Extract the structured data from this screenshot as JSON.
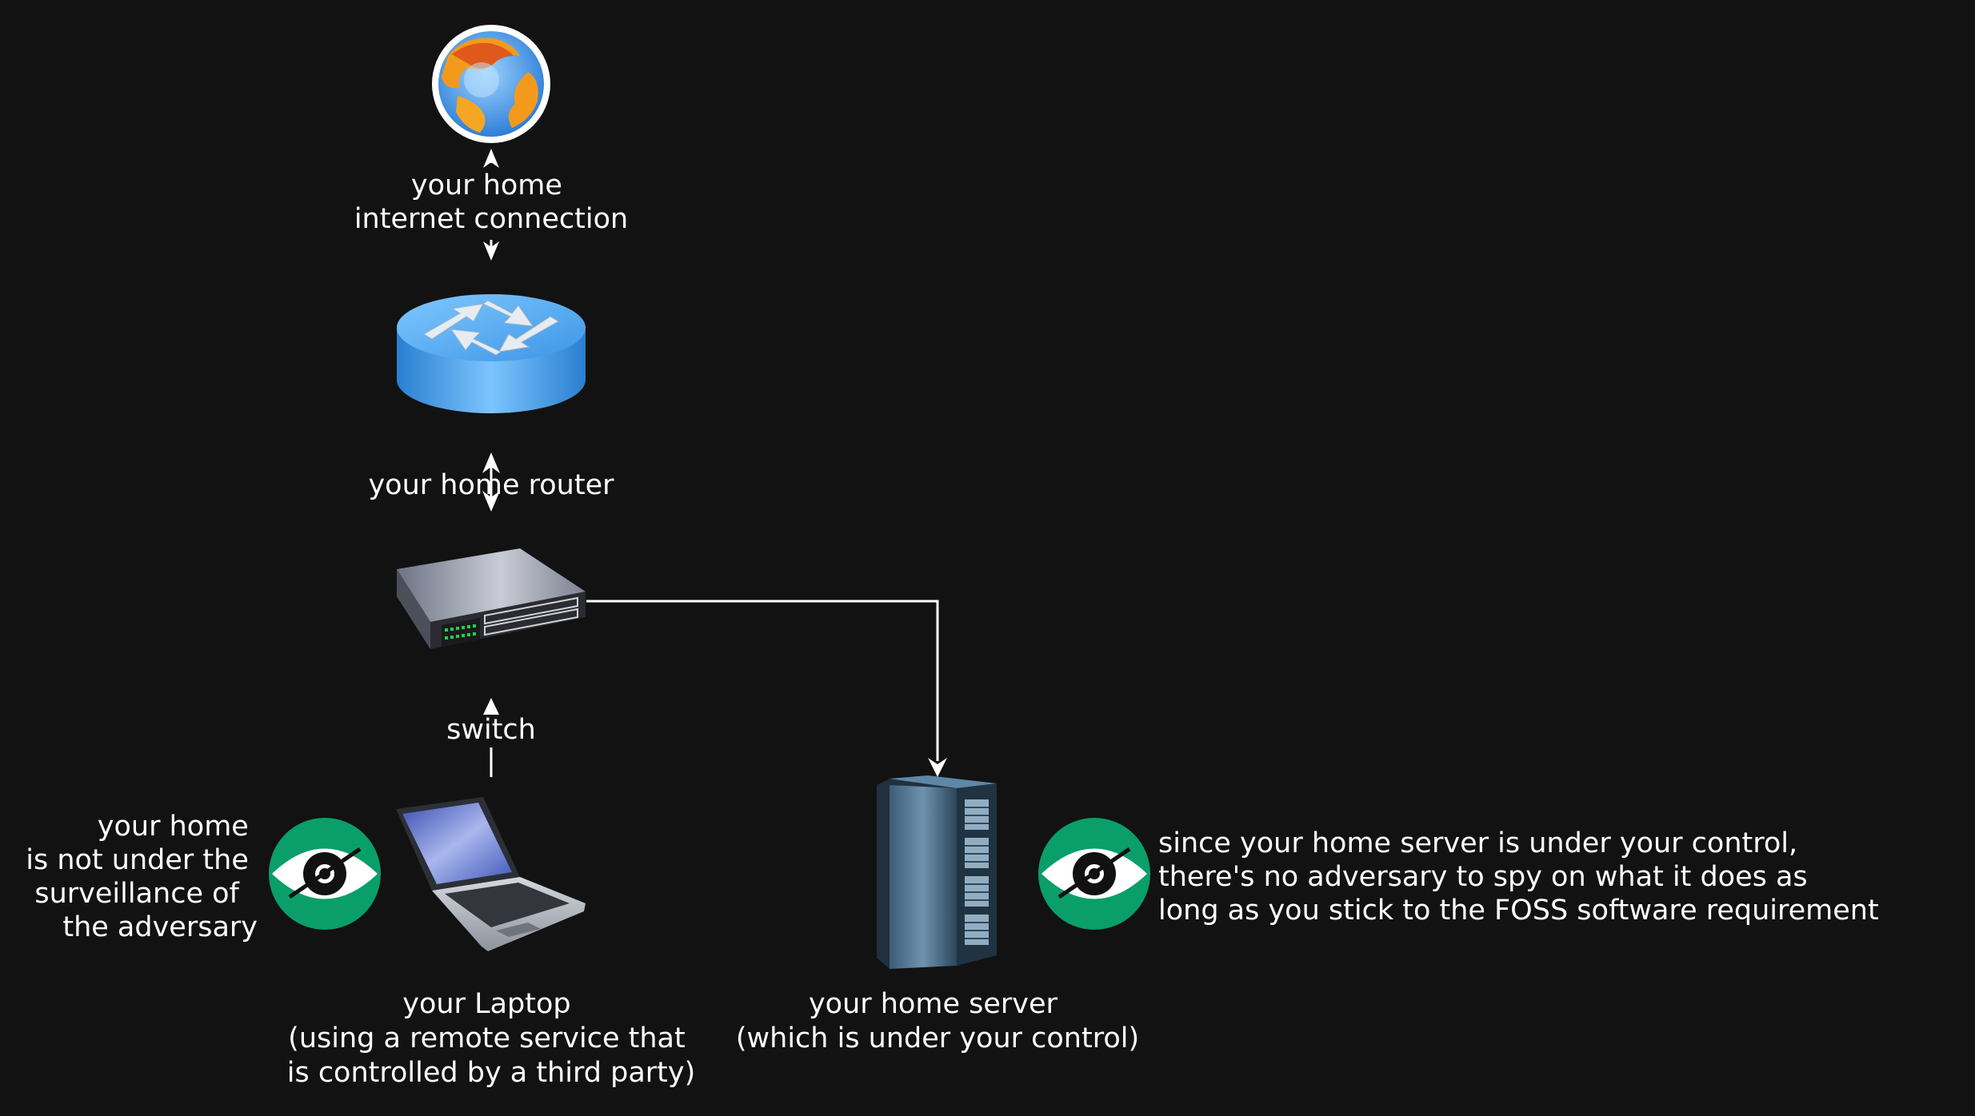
{
  "labels": {
    "internet": [
      "your home",
      "internet connection"
    ],
    "router": "your home router",
    "switch": "switch",
    "laptop": [
      "your Laptop",
      "(using a remote service that",
      "is controlled by a third party)"
    ],
    "server": [
      "your home server",
      "(which is under your control)"
    ],
    "laptop_note": [
      "your home",
      "is not under the",
      "surveillance of",
      "the adversary"
    ],
    "server_note": [
      "since your home server is under your control,",
      "there's no adversary to spy on what it does as",
      "long as you stick to the FOSS software requirement"
    ]
  },
  "colors": {
    "background": "#121212",
    "text": "#ffffff",
    "eye_badge": "#0a9e6a"
  },
  "icons": {
    "internet": "globe-icon",
    "router": "router-icon",
    "switch": "network-switch-icon",
    "laptop": "laptop-icon",
    "server": "server-rack-icon",
    "privacy": "eye-slash-icon"
  }
}
